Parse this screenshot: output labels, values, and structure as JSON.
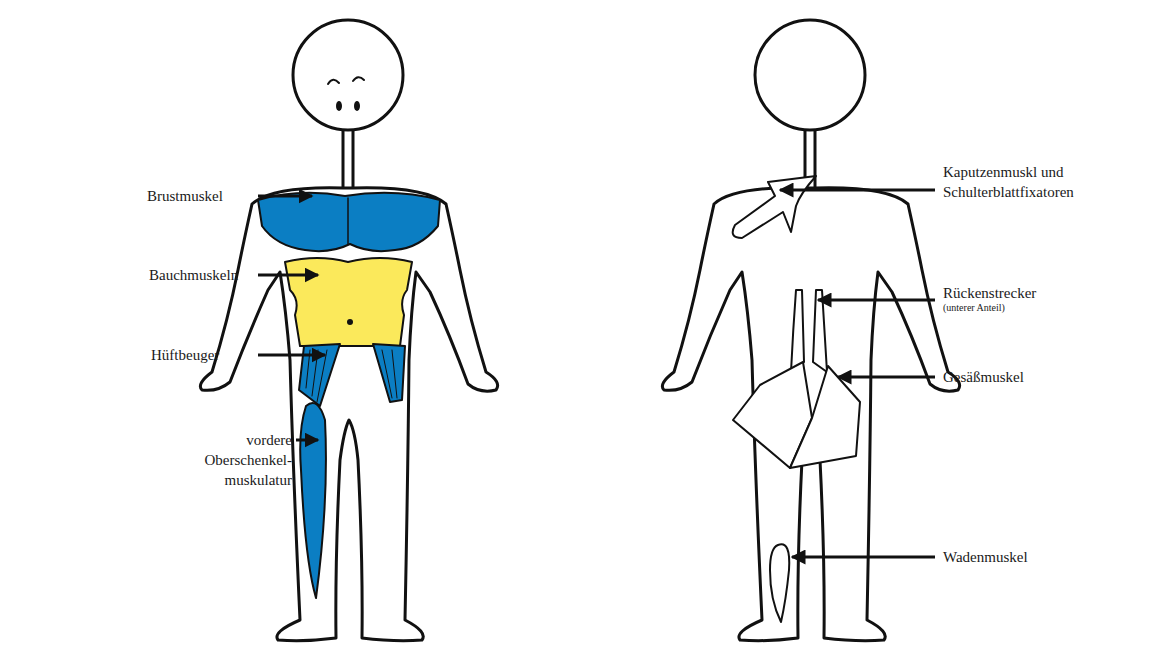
{
  "diagram": {
    "labels": [
      "Brustmuskel",
      "Bauchmuskeln",
      "Hüftbeuger",
      "vordere Oberschenkel- muskulatur",
      "Kaputzenmuskl und Schulterblattfixatoren",
      "Rückenstrecker",
      "(unterer Anteil)",
      "Gesäßmuskel",
      "Wadenmuskel"
    ]
  }
}
